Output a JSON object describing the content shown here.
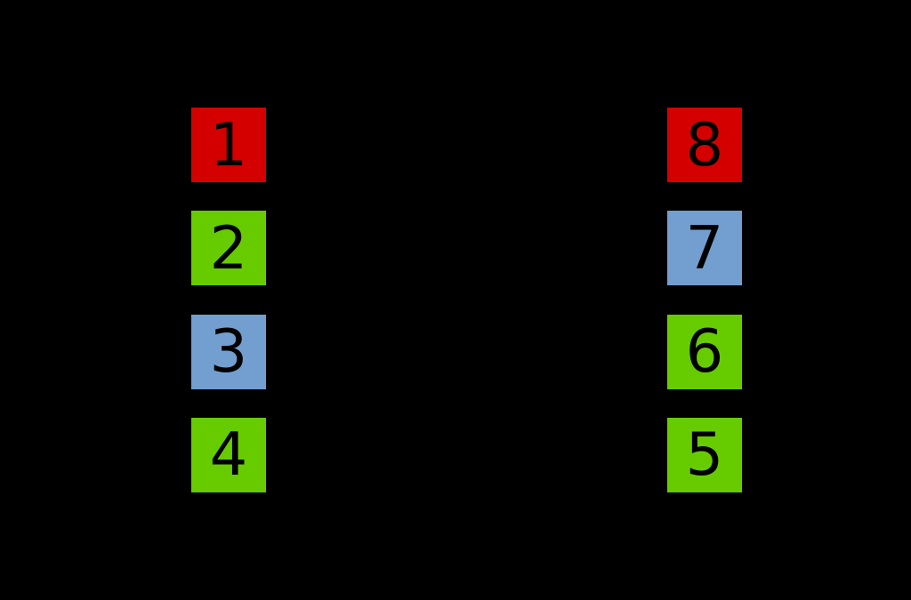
{
  "canvas": {
    "background": "#000000"
  },
  "colors": {
    "red": "#d40000",
    "green": "#66cc00",
    "blue": "#729fcf",
    "digit": "#000000"
  },
  "pins": {
    "left": [
      {
        "label": "1",
        "color": "#d40000"
      },
      {
        "label": "2",
        "color": "#66cc00"
      },
      {
        "label": "3",
        "color": "#729fcf"
      },
      {
        "label": "4",
        "color": "#66cc00"
      }
    ],
    "right": [
      {
        "label": "8",
        "color": "#d40000"
      },
      {
        "label": "7",
        "color": "#729fcf"
      },
      {
        "label": "6",
        "color": "#66cc00"
      },
      {
        "label": "5",
        "color": "#66cc00"
      }
    ]
  }
}
